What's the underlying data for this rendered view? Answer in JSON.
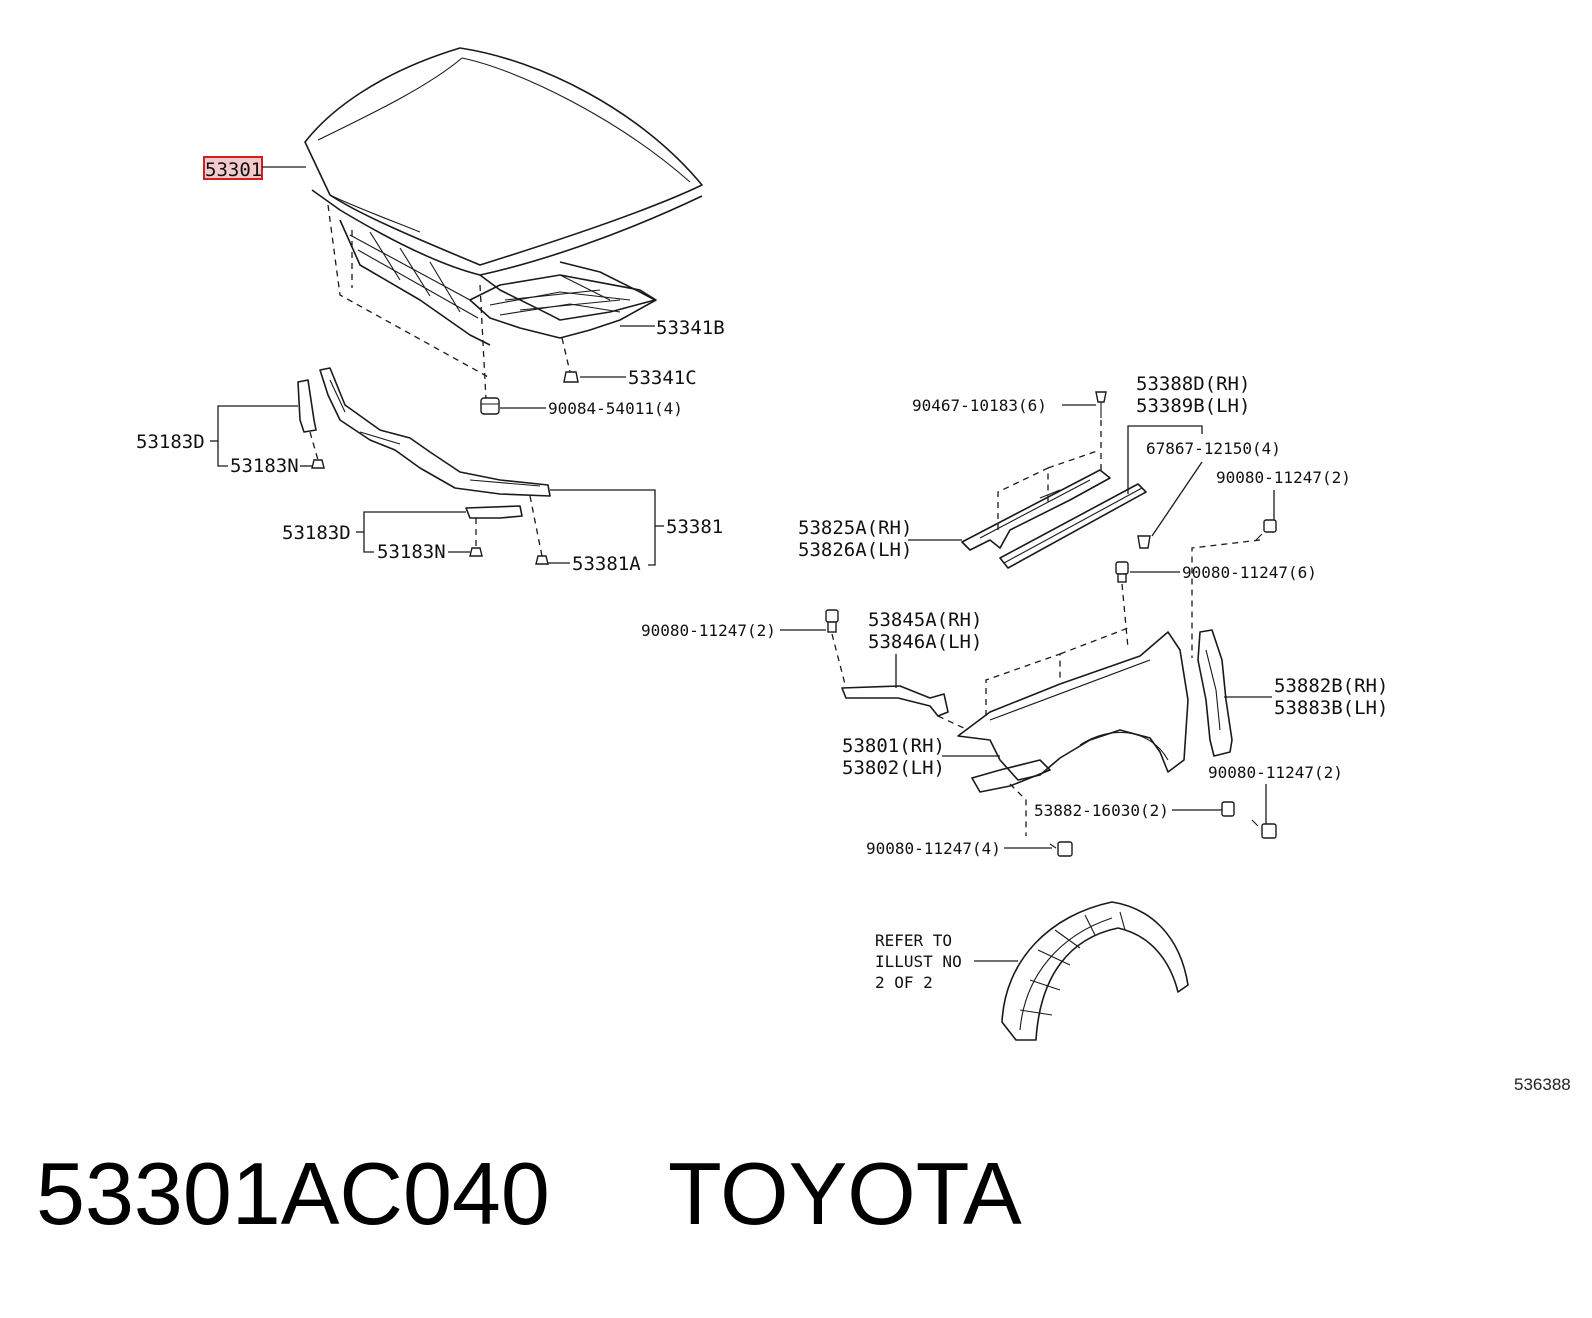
{
  "highlighted_part": "53301",
  "callouts": {
    "c53301": "53301",
    "c53341B": "53341B",
    "c53341C": "53341C",
    "c90084": "90084-54011(4)",
    "c53183D_top": "53183D",
    "c53183N_top": "53183N",
    "c53183D_bot": "53183D",
    "c53183N_bot": "53183N",
    "c53381": "53381",
    "c53381A": "53381A",
    "c90467": "90467-10183(6)",
    "c53388D": "53388D(RH)",
    "c53389B": "53389B(LH)",
    "c67867": "67867-12150(4)",
    "c90080_2a": "90080-11247(2)",
    "c53825A": "53825A(RH)",
    "c53826A": "53826A(LH)",
    "c90080_6": "90080-11247(6)",
    "c90080_2b": "90080-11247(2)",
    "c53845A": "53845A(RH)",
    "c53846A": "53846A(LH)",
    "c53882B": "53882B(RH)",
    "c53883B": "53883B(LH)",
    "c53801": "53801(RH)",
    "c53802": "53802(LH)",
    "c90080_2c": "90080-11247(2)",
    "c53882": "53882-16030(2)",
    "c90080_4": "90080-11247(4)",
    "refer1": "REFER TO",
    "refer2": "ILLUST NO",
    "refer3": "2 OF 2"
  },
  "illustration_id": "536388",
  "footer": {
    "part_number": "53301AC040",
    "brand": "TOYOTA"
  },
  "colors": {
    "highlight_fill": "#f4c9c9",
    "highlight_stroke": "#d21f1f",
    "line": "#1a1a1a"
  }
}
